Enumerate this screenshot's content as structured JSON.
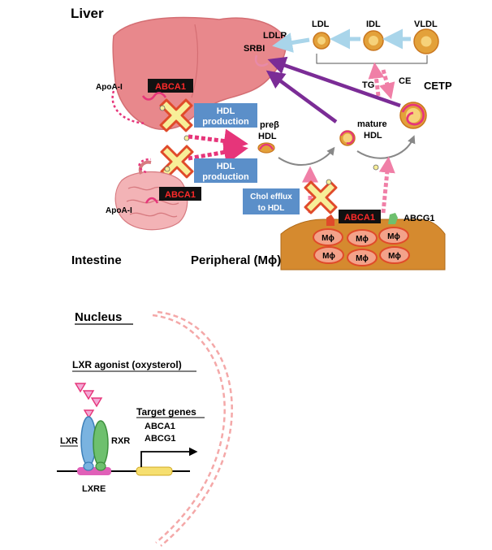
{
  "regions": {
    "liver": "Liver",
    "intestine": "Intestine",
    "peripheral": "Peripheral (Mϕ)",
    "nucleus": "Nucleus"
  },
  "lipoproteins": {
    "ldl": "LDL",
    "idl": "IDL",
    "vldl": "VLDL"
  },
  "receptors": {
    "ldlr": "LDLR",
    "srbi": "SRBI"
  },
  "cetp": {
    "label": "CETP",
    "tg": "TG",
    "ce": "CE"
  },
  "apoa_liver": "ApoA-I",
  "apoa_intestine": "ApoA-I",
  "abca1_liver": "ABCA1",
  "abca1_intestine": "ABCA1",
  "abca1_macrophage": "ABCA1",
  "abcg1": "ABCG1",
  "boxes": {
    "hdl_liver": [
      "HDL",
      "production"
    ],
    "hdl_intestine": [
      "HDL",
      "production"
    ],
    "chol_efflux": [
      "Chol efflux",
      "to HDL"
    ]
  },
  "hdl": {
    "prebeta": [
      "preβ",
      "HDL"
    ],
    "mature": [
      "mature",
      "HDL"
    ]
  },
  "macrophage_cell": "Mϕ",
  "lxr_agonist": "LXR agonist (oxysterol)",
  "lxr": "LXR",
  "rxr": "RXR",
  "lxre": "LXRE",
  "target_genes": {
    "title": "Target genes",
    "genes": [
      "ABCA1",
      "ABCG1"
    ]
  },
  "colors": {
    "liver": "#e8888c",
    "abca1_box": "#111111",
    "abca1_text": "#ff2a2a",
    "blue_box": "#5b8fc9",
    "pink_arrow": "#e6357a",
    "purple_arrow": "#7b2c96",
    "light_blue_arrow": "#a9d5ea",
    "macrophage_tissue": "#d58a2f",
    "x_mark_fill": "#f7ee98",
    "x_mark_stroke": "#e04a2a",
    "lxr": "#7ab3e0",
    "rxr": "#6ec06e",
    "nucleus_dash": "#f4a8a8"
  }
}
